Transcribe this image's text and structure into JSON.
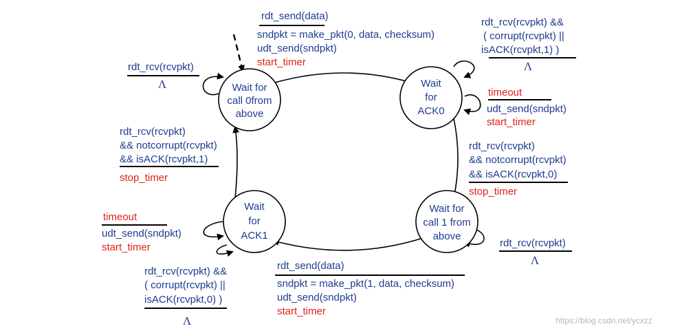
{
  "states": {
    "s0": [
      "Wait for",
      "call 0from",
      "above"
    ],
    "s1": [
      "Wait",
      "for",
      "ACK0"
    ],
    "s2": [
      "Wait for",
      "call 1 from",
      "above"
    ],
    "s3": [
      "Wait",
      "for",
      "ACK1"
    ]
  },
  "transitions": {
    "s0_to_s1": {
      "event": "rdt_send(data)",
      "actions": [
        "sndpkt = make_pkt(0, data, checksum)",
        "udt_send(sndpkt)"
      ],
      "timer": "start_timer"
    },
    "s0_self": {
      "event": "rdt_rcv(rcvpkt)",
      "action": "Λ"
    },
    "s1_corrupt": {
      "event": [
        "rdt_rcv(rcvpkt) &&",
        "( corrupt(rcvpkt) ||",
        "isACK(rcvpkt,1) )"
      ],
      "action": "Λ"
    },
    "s1_timeout": {
      "event": "timeout",
      "actions": [
        "udt_send(sndpkt)"
      ],
      "timer": "start_timer"
    },
    "s1_to_s2": {
      "event": [
        "rdt_rcv(rcvpkt)",
        "&& notcorrupt(rcvpkt)",
        "&& isACK(rcvpkt,0)"
      ],
      "timer": "stop_timer"
    },
    "s2_self": {
      "event": "rdt_rcv(rcvpkt)",
      "action": "Λ"
    },
    "s2_to_s3": {
      "event": "rdt_send(data)",
      "actions": [
        "sndpkt = make_pkt(1, data, checksum)",
        "udt_send(sndpkt)"
      ],
      "timer": "start_timer"
    },
    "s3_timeout": {
      "event": "timeout",
      "actions": [
        "udt_send(sndpkt)"
      ],
      "timer": "start_timer"
    },
    "s3_corrupt": {
      "event": [
        "rdt_rcv(rcvpkt) &&",
        "( corrupt(rcvpkt) ||",
        "isACK(rcvpkt,0) )"
      ],
      "action": "Λ"
    },
    "s3_to_s0": {
      "event": [
        "rdt_rcv(rcvpkt)",
        "&& notcorrupt(rcvpkt)",
        "&& isACK(rcvpkt,1)"
      ],
      "timer": "stop_timer"
    }
  },
  "watermark": "https://blog.csdn.net/ycxzz"
}
